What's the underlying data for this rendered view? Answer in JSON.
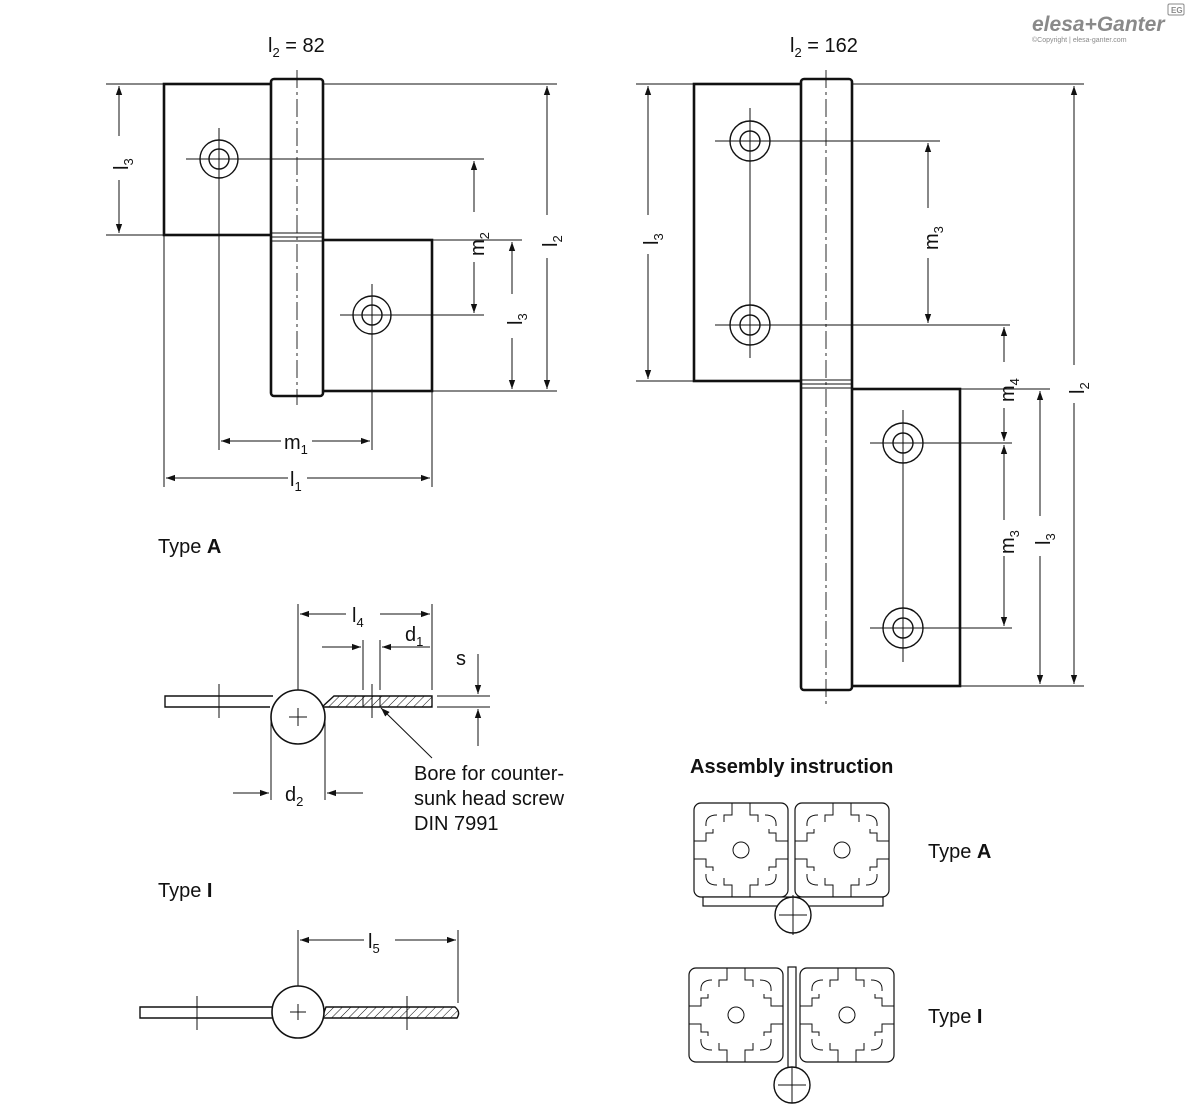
{
  "branding": {
    "logo_text": "elesa+Ganter",
    "badge": "EG",
    "copyright": "©Copyright | elesa-ganter.com"
  },
  "dimensions": {
    "l1": "l",
    "l1_sub": "1",
    "l2": "l",
    "l2_sub": "2",
    "l3": "l",
    "l3_sub": "3",
    "l4": "l",
    "l4_sub": "4",
    "l5": "l",
    "l5_sub": "5",
    "m1": "m",
    "m1_sub": "1",
    "m2": "m",
    "m2_sub": "2",
    "m3": "m",
    "m3_sub": "3",
    "m4": "m",
    "m4_sub": "4",
    "d1": "d",
    "d1_sub": "1",
    "d2": "d",
    "d2_sub": "2",
    "s": "s",
    "l2_eq_82_suffix": " = 82",
    "l2_eq_162_suffix": " = 162"
  },
  "labels": {
    "type_a_prefix": "Type ",
    "type_a_letter": "A",
    "type_i_prefix": "Type ",
    "type_i_letter": "I",
    "bore_line1": "Bore for counter-",
    "bore_line2": "sunk head screw",
    "bore_line3": "DIN 7991",
    "assembly_title": "Assembly instruction",
    "assembly_type_a_prefix": "Type ",
    "assembly_type_a_letter": "A",
    "assembly_type_i_prefix": "Type ",
    "assembly_type_i_letter": "I"
  }
}
